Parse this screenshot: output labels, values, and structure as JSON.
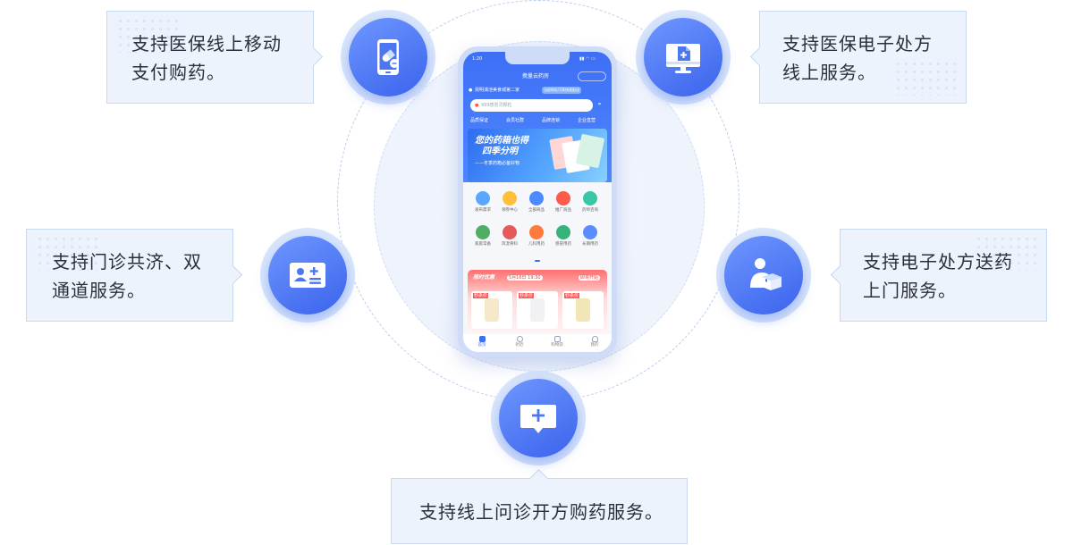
{
  "features": [
    {
      "id": "mobile-pay",
      "text": "支持医保线上移动\n支付购药。",
      "icon": "phone-pill-icon"
    },
    {
      "id": "e-prescription",
      "text": "支持医保电子处方\n线上服务。",
      "icon": "monitor-document-icon"
    },
    {
      "id": "outpatient",
      "text": "支持门诊共济、双\n通道服务。",
      "icon": "id-card-plus-icon"
    },
    {
      "id": "delivery",
      "text": "支持电子处方送药\n上门服务。",
      "icon": "courier-package-icon"
    },
    {
      "id": "consult",
      "text": "支持线上问诊开方购药服务。",
      "icon": "chat-plus-icon"
    }
  ],
  "phone": {
    "time": "1:20",
    "title": "携量云药房",
    "location": "昆明滇池美食城第二家",
    "location_tag": "当前地址可享快速配送",
    "search_placeholder": "999感冒灵颗粒",
    "services": [
      "品质保证",
      "会员社群",
      "品牌连锁",
      "企业直营"
    ],
    "banner_title_1": "您的药箱也得",
    "banner_title_2": "四季分明",
    "banner_sub": "——冬季药箱必备好物",
    "grid": [
      {
        "label": "发布需求",
        "color": "#5aa7ff"
      },
      {
        "label": "领券中心",
        "color": "#ffbf3a"
      },
      {
        "label": "全部商品",
        "color": "#4b8bff"
      },
      {
        "label": "推广商品",
        "color": "#ff5a4a"
      },
      {
        "label": "药师咨询",
        "color": "#3cc6a8"
      },
      {
        "label": "家庭常备",
        "color": "#4fae63"
      },
      {
        "label": "风湿骨科",
        "color": "#e45a5a"
      },
      {
        "label": "儿科用药",
        "color": "#ff7a3c"
      },
      {
        "label": "感冒用药",
        "color": "#37b27a"
      },
      {
        "label": "长期用药",
        "color": "#5a8cff"
      }
    ],
    "promo_title": "限时优惠",
    "promo_time": "5月16日 19:30",
    "promo_more": "即将开始",
    "promo_badges": [
      "秒杀价",
      "秒杀价",
      "秒杀价"
    ],
    "tabs": [
      "首页",
      "附近",
      "购物袋",
      "我的"
    ]
  },
  "colors": {
    "accent": "#3a63ec",
    "accent_light": "#6f97ff",
    "box_bg": "#edf3fc",
    "box_border": "#c9d9f2"
  }
}
